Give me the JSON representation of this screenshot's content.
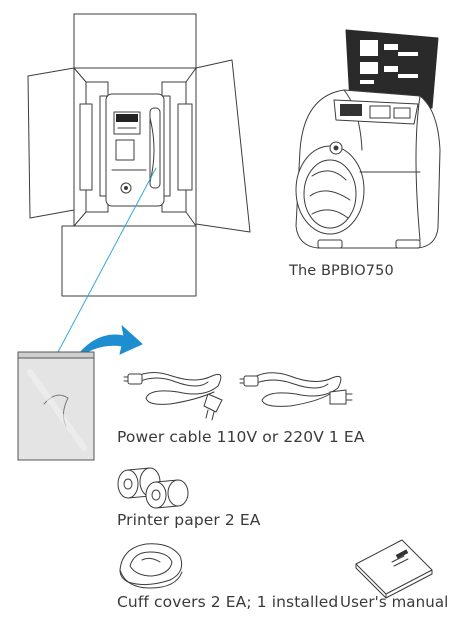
{
  "captions": {
    "device": "The BPBIO750",
    "power_cable": "Power cable 110V or 220V 1 EA",
    "printer_paper": "Printer paper 2 EA",
    "cuff_covers": "Cuff covers 2 EA; 1 installed",
    "users_manual": "User's manual"
  },
  "colors": {
    "line": "#3c3c3c",
    "leader_line": "#3aa8d8",
    "arrow": "#1d8fd0"
  },
  "icons": [
    "open-box-illustration",
    "bpbio750-device-illustration",
    "plastic-bag-illustration",
    "power-cable-illustration",
    "printer-paper-illustration",
    "cuff-cover-illustration",
    "users-manual-illustration",
    "arrow-icon"
  ]
}
